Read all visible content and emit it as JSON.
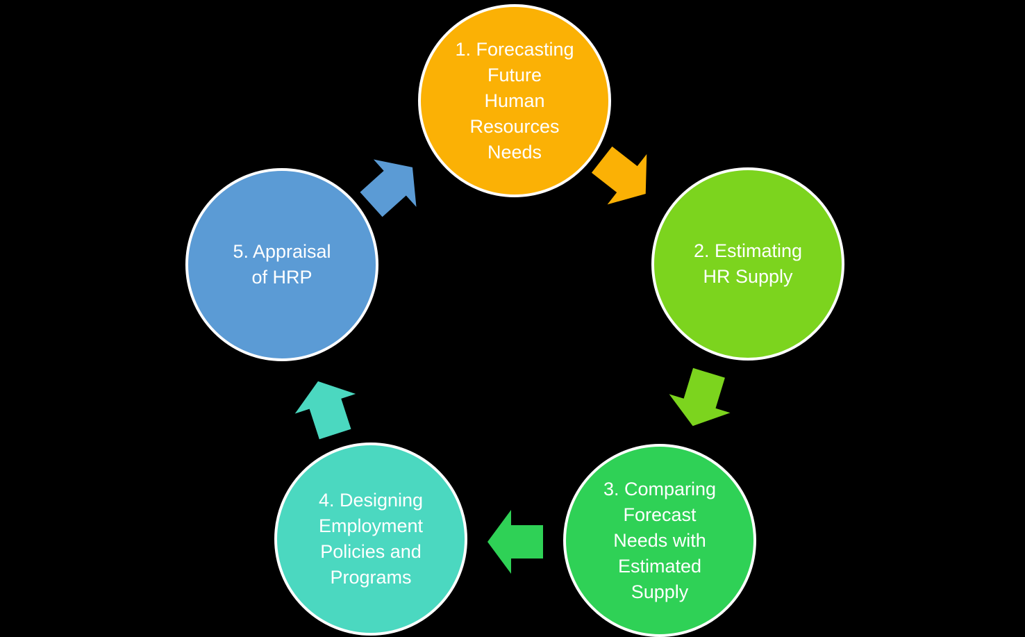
{
  "canvas": {
    "background": "#000000"
  },
  "diagram": {
    "description": "Human resource planning cycle with five steps connected clockwise by block arrows",
    "circle_border_color": "#FFFFFF",
    "text_color": "#FFFFFF",
    "steps": [
      {
        "id": "1",
        "label": "1. Forecasting\nFuture\nHuman\nResources\nNeeds",
        "color": "#FBB105"
      },
      {
        "id": "2",
        "label": "2. Estimating\nHR Supply",
        "color": "#7CD41E"
      },
      {
        "id": "3",
        "label": "3. Comparing\nForecast\nNeeds with\nEstimated\nSupply",
        "color": "#2FD156"
      },
      {
        "id": "4",
        "label": "4. Designing\nEmployment\nPolicies and\nPrograms",
        "color": "#4BD8C0"
      },
      {
        "id": "5",
        "label": "5. Appraisal\nof HRP",
        "color": "#5B9BD5"
      }
    ],
    "arrows": [
      {
        "name": "arrow-1-to-2",
        "from": "1",
        "to": "2",
        "color": "#FBB105"
      },
      {
        "name": "arrow-2-to-3",
        "from": "2",
        "to": "3",
        "color": "#7CD41E"
      },
      {
        "name": "arrow-3-to-4",
        "from": "3",
        "to": "4",
        "color": "#2FD156"
      },
      {
        "name": "arrow-4-to-5",
        "from": "4",
        "to": "5",
        "color": "#4BD8C0"
      },
      {
        "name": "arrow-5-to-1",
        "from": "5",
        "to": "1",
        "color": "#5B9BD5"
      }
    ]
  }
}
